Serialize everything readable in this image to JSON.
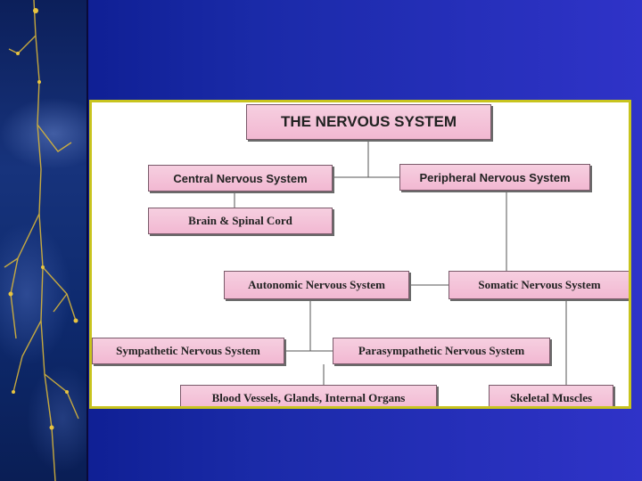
{
  "diagram": {
    "title": "THE NERVOUS SYSTEM",
    "nodes": {
      "cns": "Central Nervous System",
      "pns": "Peripheral Nervous System",
      "brain": "Brain & Spinal Cord",
      "ans": "Autonomic Nervous System",
      "sns": "Somatic Nervous System",
      "symp": "Sympathetic Nervous System",
      "para": "Parasympathetic Nervous System",
      "organs": "Blood Vessels, Glands, Internal Organs",
      "muscles": "Skeletal Muscles"
    }
  },
  "colors": {
    "background": "#1a2aa8",
    "panel_border": "#c8c41e",
    "box_fill": "#f4c4da",
    "connector": "#555555"
  }
}
